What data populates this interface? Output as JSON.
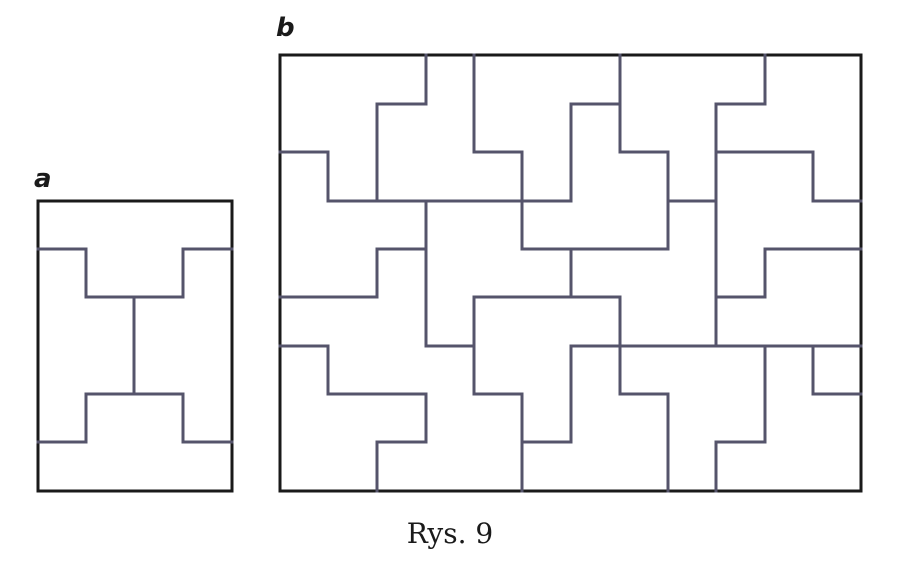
{
  "figure": {
    "panel_a_label": "a",
    "panel_b_label": "b",
    "caption": "Rys. 9"
  },
  "colors": {
    "frame": "#1a1a1a",
    "inner_lines": "#55546b",
    "text": "#1a1a1a"
  }
}
